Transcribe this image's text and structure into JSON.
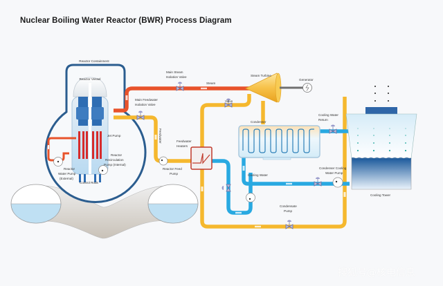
{
  "title": "Nuclear Boiling Water Reactor (BWR) Process Diagram",
  "labels": {
    "reactor_containment": "Reactor Containment",
    "reactor_vessel": "Reactor Vessel",
    "jet_pump": "Jet Pump",
    "reactor_recirculation_pump": [
      "Reactor",
      "Recirculation",
      "Pump (Internal)"
    ],
    "reactor_water_pump": [
      "Reactor",
      "Water Pump",
      "(External)"
    ],
    "control_rods": "Control Rods",
    "main_steam_isolation_valve": [
      "Main Steam",
      "Isolation Valve"
    ],
    "steam": "Steam",
    "main_feedwater_isolation_valve": [
      "Main Feedwater",
      "Isolation Valve"
    ],
    "feedwater": "Feedwater",
    "feedwater_heaters": [
      "Feedwater",
      "Heaters"
    ],
    "reactor_feed_pump": [
      "Reactor Feed",
      "Pump"
    ],
    "valve": "Valve",
    "steam_turbine": "Steam Turbine",
    "generator": "Generator",
    "condenser": "Condenser",
    "cooling_water": "Cooling Water",
    "cooling_water_return": [
      "Cooling Water",
      "Return"
    ],
    "condenser_cooling_water_pump": [
      "Condenser Cooling",
      "Water Pump"
    ],
    "condensate_pump": [
      "Condensate",
      "Pump"
    ],
    "cooling_tower": "Cooling Tower"
  },
  "colors": {
    "steam_line": "#e8532b",
    "feedwater_line": "#f5b82e",
    "cooling_line": "#29a9e1",
    "containment": "#2b5d8f",
    "core_red": "#d62b2b",
    "core_blue": "#2e6db3",
    "valve": "#6c6fa3",
    "tower_water": "#1f5fa0"
  },
  "watermark": "搜狐号@核电信息"
}
